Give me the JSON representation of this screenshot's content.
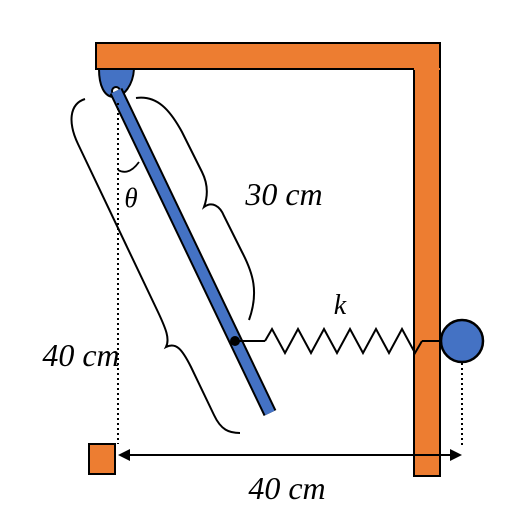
{
  "labels": {
    "rod_upper_length": "30 cm",
    "rod_total_length": "40 cm",
    "horizontal_distance": "40 cm",
    "angle": "θ",
    "spring_constant": "k"
  },
  "colors": {
    "frame": "#ED7D31",
    "rod": "#4472C4",
    "outline": "#000000",
    "background": "#FFFFFF"
  }
}
